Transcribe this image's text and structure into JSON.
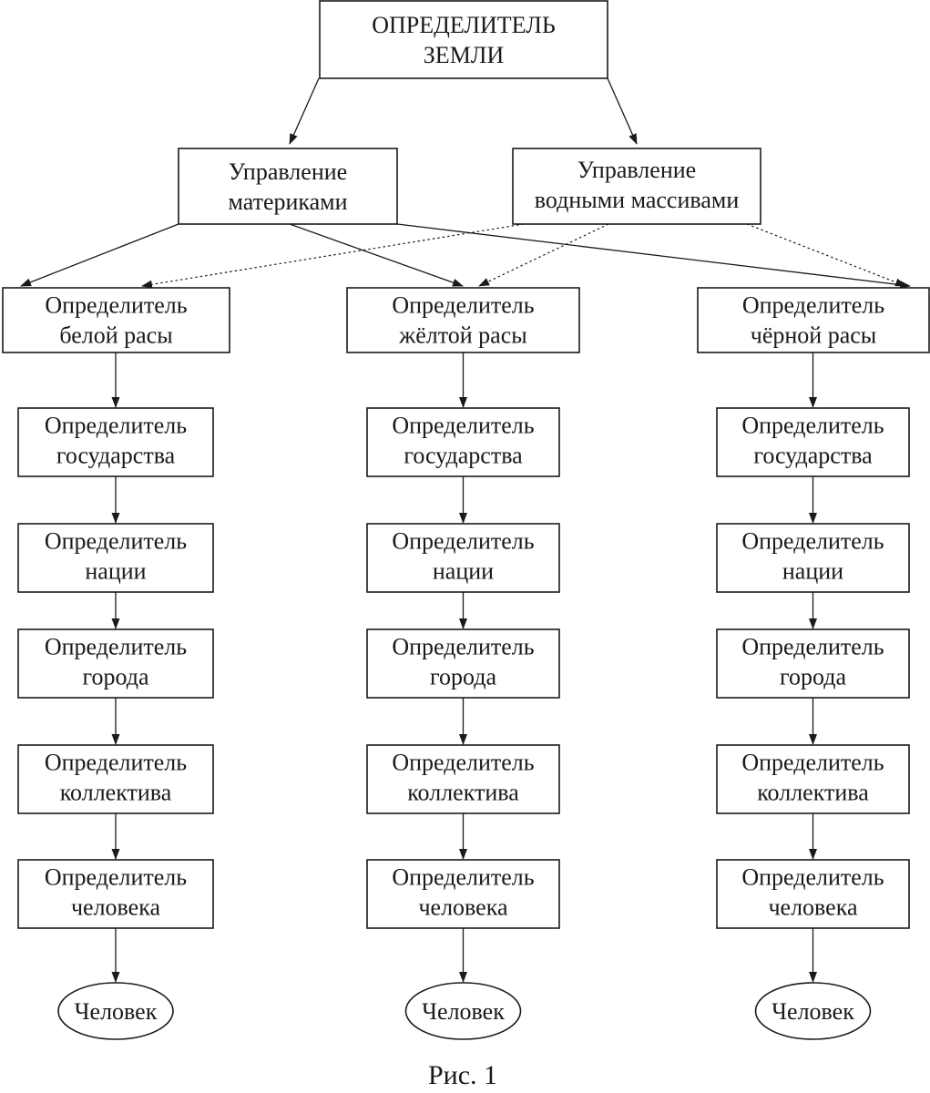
{
  "diagram": {
    "root": {
      "line1": "ОПРЕДЕЛИТЕЛЬ",
      "line2": "ЗЕМЛИ"
    },
    "control": [
      {
        "line1": "Управление",
        "line2": "материками"
      },
      {
        "line1": "Управление",
        "line2": "водными массивами"
      }
    ],
    "races": [
      {
        "line1": "Определитель",
        "line2": "белой расы"
      },
      {
        "line1": "Определитель",
        "line2": "жёлтой расы"
      },
      {
        "line1": "Определитель",
        "line2": "чёрной расы"
      }
    ],
    "levels": [
      {
        "line1": "Определитель",
        "line2": "государства"
      },
      {
        "line1": "Определитель",
        "line2": "нации"
      },
      {
        "line1": "Определитель",
        "line2": "города"
      },
      {
        "line1": "Определитель",
        "line2": "коллектива"
      },
      {
        "line1": "Определитель",
        "line2": "человека"
      }
    ],
    "person": "Человек",
    "caption": "Рис. 1"
  }
}
